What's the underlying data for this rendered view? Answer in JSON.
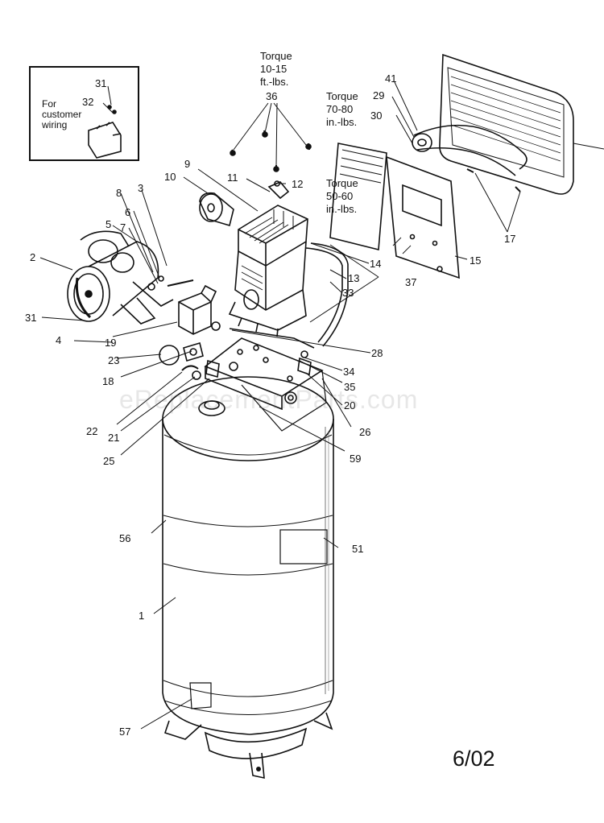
{
  "watermark": "eReplacementParts.com",
  "date_code": "6/02",
  "inset": {
    "note_line1": "For",
    "note_line2": "customer",
    "note_line3": "wiring",
    "labels": [
      "31",
      "32"
    ]
  },
  "torque_notes": {
    "head_bolts": {
      "line1": "Torque",
      "line2": "10-15",
      "line3": "ft.-lbs."
    },
    "pulley": {
      "line1": "Torque",
      "line2": "70-80",
      "line3": "in.-lbs."
    },
    "belt_guard": {
      "line1": "Torque",
      "line2": "50-60",
      "line3": "in.-lbs."
    }
  },
  "part_labels": {
    "p1": "1",
    "p2": "2",
    "p3": "3",
    "p4": "4",
    "p5": "5",
    "p6": "6",
    "p7": "7",
    "p8": "8",
    "p9": "9",
    "p10": "10",
    "p11": "11",
    "p12": "12",
    "p13": "13",
    "p14": "14",
    "p15": "15",
    "p17": "17",
    "p18": "18",
    "p19": "19",
    "p20": "20",
    "p21": "21",
    "p22": "22",
    "p23": "23",
    "p25": "25",
    "p26": "26",
    "p28": "28",
    "p29": "29",
    "p30": "30",
    "p31": "31",
    "p33": "33",
    "p34": "34",
    "p35": "35",
    "p36": "36",
    "p37": "37",
    "p41": "41",
    "p51": "51",
    "p56": "56",
    "p57": "57",
    "p59": "59"
  }
}
